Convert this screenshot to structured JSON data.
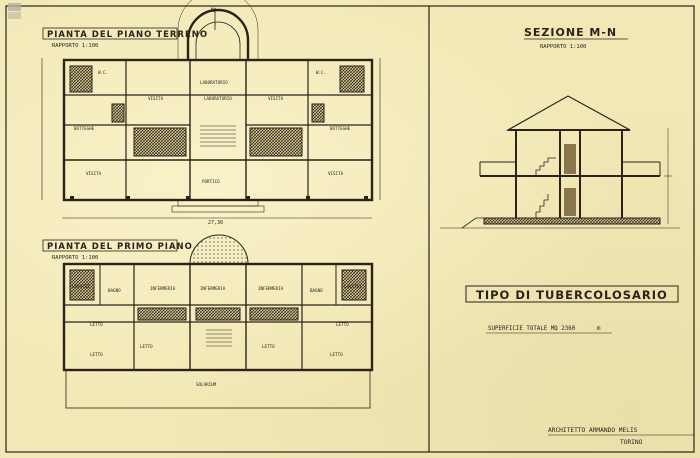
{
  "drawing": {
    "ground_floor": {
      "title": "PIANTA DEL PIANO TERRENO",
      "scale": "RAPPORTO 1:100",
      "rooms": [
        "LABORATORIO",
        "W.C.",
        "W.C.",
        "VISITA",
        "VISITA",
        "VISITA",
        "VISITA",
        "BOTTEGHE",
        "BOTTEGHE",
        "PORTICO",
        "LABORATORIO"
      ],
      "dimension": "27,30"
    },
    "first_floor": {
      "title": "PIANTA DEL PRIMO PIANO",
      "scale": "RAPPORTO 1:100",
      "rooms": [
        "LAVATOI",
        "BAGNO",
        "INFERMERIA",
        "INFERMERIA",
        "INFERMERIA",
        "BAGNO",
        "LAVATOI",
        "LETTO",
        "LETTO",
        "LETTO",
        "LETTO",
        "LETTO",
        "LETTO"
      ],
      "bottom": "SOLARIUM"
    },
    "section": {
      "title": "SEZIONE M-N",
      "scale": "RAPPORTO 1:100"
    },
    "project_title": "TIPO DI TUBERCOLOSARIO",
    "area_note": "SUPERFICIE TOTALE  MQ  2360",
    "area_unit": "m",
    "architect": "ARCHITETTO ARMANDO MELIS",
    "city": "TORINO"
  },
  "colors": {
    "paper": "#f2e8b6",
    "ink": "#2a231a"
  }
}
